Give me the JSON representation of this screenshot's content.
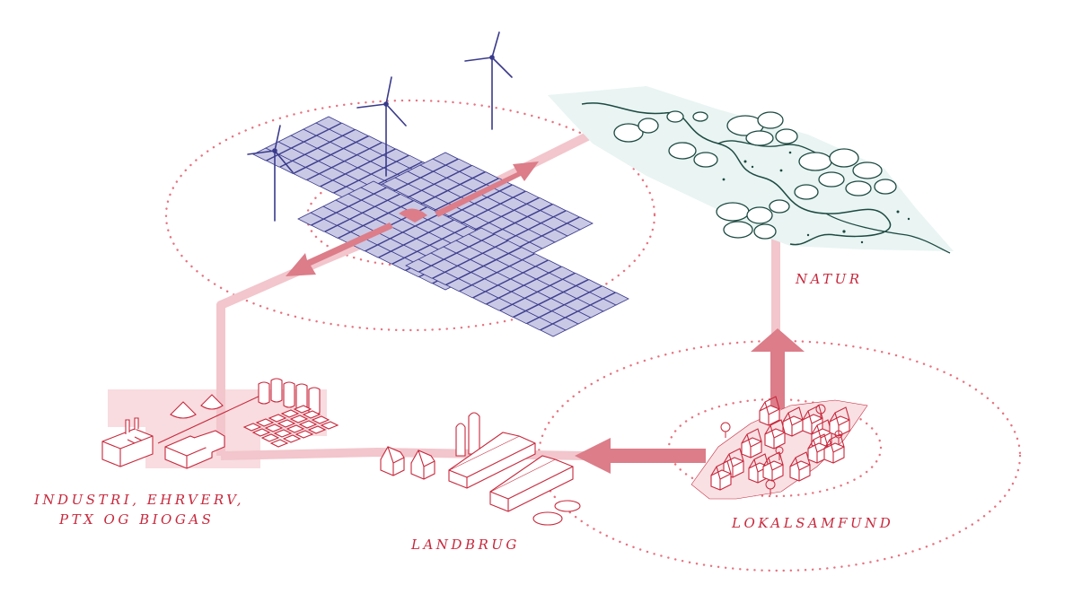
{
  "labels": {
    "natur": "NATUR",
    "lokalsamfund": "LOKALSAMFUND",
    "landbrug": "LANDBRUG",
    "industri_line1": "INDUSTRI, EHRVERV,",
    "industri_line2": "PTX OG BIOGAS"
  },
  "colors": {
    "accent": "#c8283c",
    "flow": "#f2c6cc",
    "arrow": "#dc7d89",
    "dots": "#e8727f",
    "solar": "#3a3a8c",
    "nature": "#1c4a40"
  },
  "icons": [
    "wind-turbine-icon",
    "solar-panel-icon",
    "tree-icon",
    "house-icon",
    "barn-icon",
    "silo-icon",
    "factory-icon",
    "tank-icon"
  ]
}
